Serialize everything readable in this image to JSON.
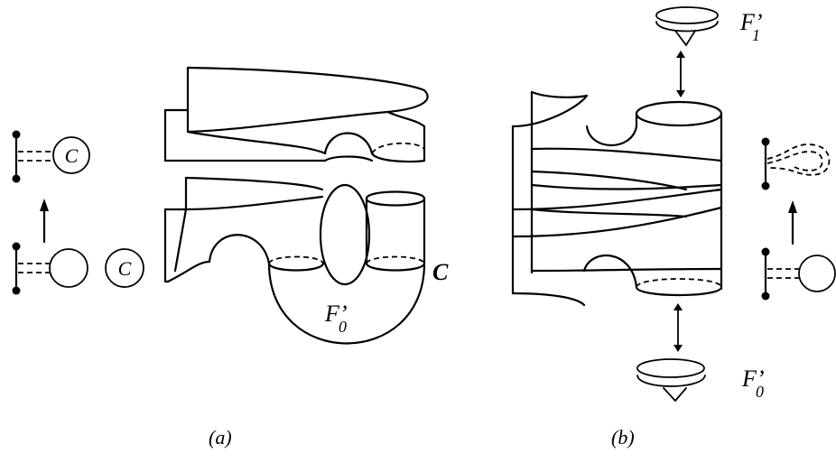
{
  "figure": {
    "panel_a": {
      "caption": "(a)",
      "label_C_small_top": "C",
      "label_C_small_bottom": "C",
      "label_C_surface": "C",
      "label_F0": "F’",
      "label_F0_sub": "0"
    },
    "panel_b": {
      "caption": "(b)",
      "label_F1": "F’",
      "label_F1_sub": "1",
      "label_F0": "F’",
      "label_F0_sub": "0"
    }
  }
}
